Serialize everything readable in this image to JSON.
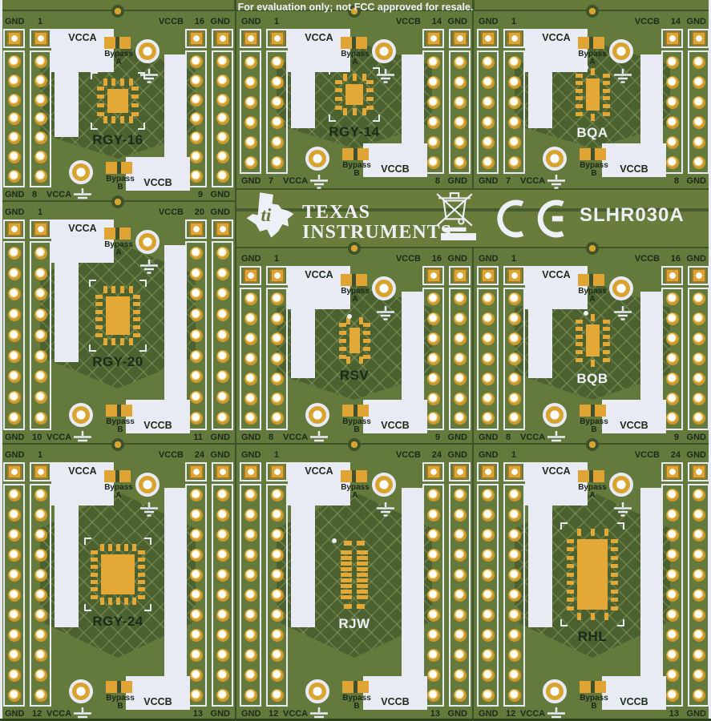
{
  "banner": {
    "text": "For evaluation only; not FCC approved for resale."
  },
  "brand": {
    "logo_monogram": "ti",
    "logo_line1": "TEXAS",
    "logo_line2": "INSTRUMENTS",
    "part_number": "SLHR030A",
    "icons": {
      "texas_outline": "ti-texas-outline-icon",
      "weee": "weee-crossed-bin-icon",
      "ce": "ce-mark-icon"
    }
  },
  "shared": {
    "gnd": "GND",
    "vcca": "VCCA",
    "vccb": "VCCB"
  },
  "tiles": [
    {
      "name": "RGY-16",
      "tone": "dark",
      "pin_first": "1",
      "pin_top_right": "16",
      "pin_bottom_left": "8",
      "pin_bottom_right": "9",
      "holes_per_column": 8,
      "bypass_a": [
        "Bypass",
        "A"
      ],
      "bypass_b": [
        "Bypass",
        "B"
      ],
      "footprint": "qfn16"
    },
    {
      "name": "RGY-14",
      "tone": "dark",
      "pin_first": "1",
      "pin_top_right": "14",
      "pin_bottom_left": "7",
      "pin_bottom_right": "8",
      "holes_per_column": 7,
      "bypass_a": [
        "Bypass",
        "A"
      ],
      "bypass_b": [
        "Bypass",
        "B"
      ],
      "footprint": "qfn14"
    },
    {
      "name": "BQA",
      "tone": "light",
      "pin_first": "1",
      "pin_top_right": "14",
      "pin_bottom_left": "7",
      "pin_bottom_right": "8",
      "holes_per_column": 7,
      "bypass_a": [
        "Bypass",
        "A"
      ],
      "bypass_b": [
        "Bypass",
        "B"
      ],
      "footprint": "bq"
    },
    {
      "name": "RGY-20",
      "tone": "dark",
      "pin_first": "1",
      "pin_top_right": "20",
      "pin_bottom_left": "10",
      "pin_bottom_right": "11",
      "holes_per_column": 10,
      "bypass_a": [
        "Bypass",
        "A"
      ],
      "bypass_b": [
        "Bypass",
        "B"
      ],
      "footprint": "qfn20"
    },
    {
      "name": "RSV",
      "tone": "dark",
      "pin_first": "1",
      "pin_top_right": "16",
      "pin_bottom_left": "8",
      "pin_bottom_right": "9",
      "holes_per_column": 8,
      "bypass_a": [
        "Bypass",
        "A"
      ],
      "bypass_b": [
        "Bypass",
        "B"
      ],
      "footprint": "rsv"
    },
    {
      "name": "BQB",
      "tone": "light",
      "pin_first": "1",
      "pin_top_right": "16",
      "pin_bottom_left": "8",
      "pin_bottom_right": "9",
      "holes_per_column": 8,
      "bypass_a": [
        "Bypass",
        "A"
      ],
      "bypass_b": [
        "Bypass",
        "B"
      ],
      "footprint": "bq"
    },
    {
      "name": "RGY-24",
      "tone": "dark",
      "pin_first": "1",
      "pin_top_right": "24",
      "pin_bottom_left": "12",
      "pin_bottom_right": "13",
      "holes_per_column": 12,
      "bypass_a": [
        "Bypass",
        "A"
      ],
      "bypass_b": [
        "Bypass",
        "B"
      ],
      "footprint": "qfn24"
    },
    {
      "name": "RJW",
      "tone": "light",
      "pin_first": "1",
      "pin_top_right": "24",
      "pin_bottom_left": "12",
      "pin_bottom_right": "13",
      "holes_per_column": 12,
      "bypass_a": [
        "Bypass",
        "A"
      ],
      "bypass_b": [
        "Bypass",
        "B"
      ],
      "footprint": "dual"
    },
    {
      "name": "RHL",
      "tone": "dark",
      "pin_first": "1",
      "pin_top_right": "24",
      "pin_bottom_left": "12",
      "pin_bottom_right": "13",
      "holes_per_column": 12,
      "bypass_a": [
        "Bypass",
        "A"
      ],
      "bypass_b": [
        "Bypass",
        "B"
      ],
      "footprint": "rhl"
    }
  ],
  "footprints": {
    "qfn16": {
      "style": "qfn",
      "body_w": 26,
      "body_h": 30,
      "side_pads": 4,
      "tb_pads": 4,
      "brackets": true,
      "pin1_dot": false
    },
    "qfn14": {
      "style": "qfn",
      "body_w": 22,
      "body_h": 26,
      "side_pads": 4,
      "tb_pads": 3,
      "brackets": true,
      "pin1_dot": false
    },
    "bq": {
      "style": "qfn",
      "body_w": 17,
      "body_h": 40,
      "side_pads": 6,
      "tb_pads": 1,
      "brackets": false,
      "pin1_dot": true
    },
    "qfn20": {
      "style": "qfn",
      "body_w": 30,
      "body_h": 48,
      "side_pads": 6,
      "tb_pads": 4,
      "brackets": true,
      "pin1_dot": false
    },
    "rsv": {
      "style": "qfn",
      "body_w": 13,
      "body_h": 32,
      "side_pads": 5,
      "tb_pads": 2,
      "brackets": false,
      "pin1_dot": true
    },
    "qfn24": {
      "style": "qfn",
      "body_w": 42,
      "body_h": 50,
      "side_pads": 7,
      "tb_pads": 5,
      "brackets": true,
      "pin1_dot": false
    },
    "dual": {
      "style": "dual",
      "rows": 9,
      "pin1_dot": true
    },
    "rhl": {
      "style": "qfn",
      "body_w": 38,
      "body_h": 88,
      "side_pads": 9,
      "tb_pads": 3,
      "brackets": true,
      "pin1_dot": false
    }
  },
  "colors": {
    "board_green": "#66793b",
    "copper_pour_green": "#4b6230",
    "silkscreen_white": "#e9ebf4",
    "pad_gold": "#e0a434",
    "separator_dark_green": "#3d5329",
    "text_dark": "#1c291b",
    "text_light": "#eef0f7"
  }
}
